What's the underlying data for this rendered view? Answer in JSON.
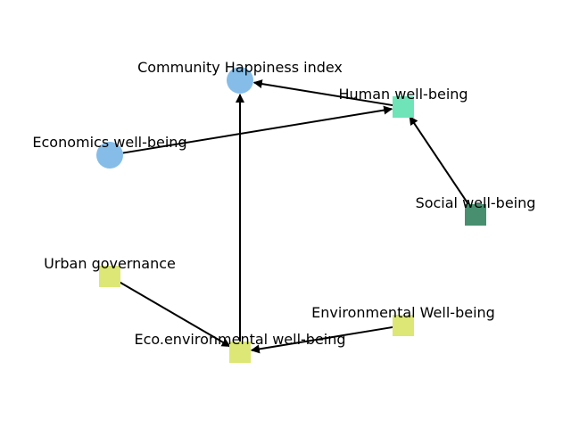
{
  "diagram": {
    "nodes": [
      {
        "id": "community_happiness",
        "label": "Community Happiness index",
        "shape": "circle",
        "color": "#85BDE8"
      },
      {
        "id": "human_wellbeing",
        "label": "Human well-being",
        "shape": "square",
        "color": "#6EE4B8"
      },
      {
        "id": "economics_wellbeing",
        "label": "Economics well-being",
        "shape": "circle",
        "color": "#85BDE8"
      },
      {
        "id": "social_wellbeing",
        "label": "Social well-being",
        "shape": "square",
        "color": "#478F6F"
      },
      {
        "id": "urban_governance",
        "label": "Urban governance",
        "shape": "square",
        "color": "#DCE775"
      },
      {
        "id": "environmental_wellbeing",
        "label": "Environmental Well-being",
        "shape": "square",
        "color": "#DCE775"
      },
      {
        "id": "eco_environmental_wellbeing",
        "label": "Eco.environmental well-being",
        "shape": "square",
        "color": "#DCE775"
      }
    ],
    "edges": [
      {
        "from": "human_wellbeing",
        "to": "community_happiness"
      },
      {
        "from": "economics_wellbeing",
        "to": "human_wellbeing"
      },
      {
        "from": "social_wellbeing",
        "to": "human_wellbeing"
      },
      {
        "from": "urban_governance",
        "to": "eco_environmental_wellbeing"
      },
      {
        "from": "environmental_wellbeing",
        "to": "eco_environmental_wellbeing"
      },
      {
        "from": "eco_environmental_wellbeing",
        "to": "community_happiness"
      }
    ],
    "edge_color": "#000000"
  }
}
